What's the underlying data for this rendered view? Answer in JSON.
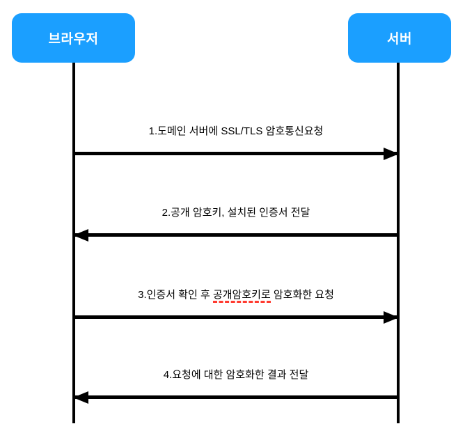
{
  "diagram_type": "sequence-diagram",
  "topic": "SSL/TLS handshake between browser and server",
  "colors": {
    "actor_fill": "#1b9fff",
    "actor_text": "#ffffff",
    "line_color": "#000000",
    "misspell_underline": "#ff3b30",
    "background": "#ffffff"
  },
  "actors": [
    {
      "id": "browser",
      "label": "브라우저"
    },
    {
      "id": "server",
      "label": "서버"
    }
  ],
  "messages": [
    {
      "number": 1,
      "from": "browser",
      "to": "server",
      "direction": "right",
      "label": "1.도메인 서버에 SSL/TLS 암호통신요청"
    },
    {
      "number": 2,
      "from": "server",
      "to": "browser",
      "direction": "left",
      "label": "2.공개 암호키, 설치된 인증서 전달"
    },
    {
      "number": 3,
      "from": "browser",
      "to": "server",
      "direction": "right",
      "label": "3.인증서 확인 후 공개암호키로 암호화한 요청",
      "label_prefix": "3.인증서 확인 후 ",
      "label_underlined": "공개암호키로",
      "label_suffix": " 암호화한 요청"
    },
    {
      "number": 4,
      "from": "server",
      "to": "browser",
      "direction": "left",
      "label": "4.요청에 대한 암호화한 결과 전달"
    }
  ]
}
